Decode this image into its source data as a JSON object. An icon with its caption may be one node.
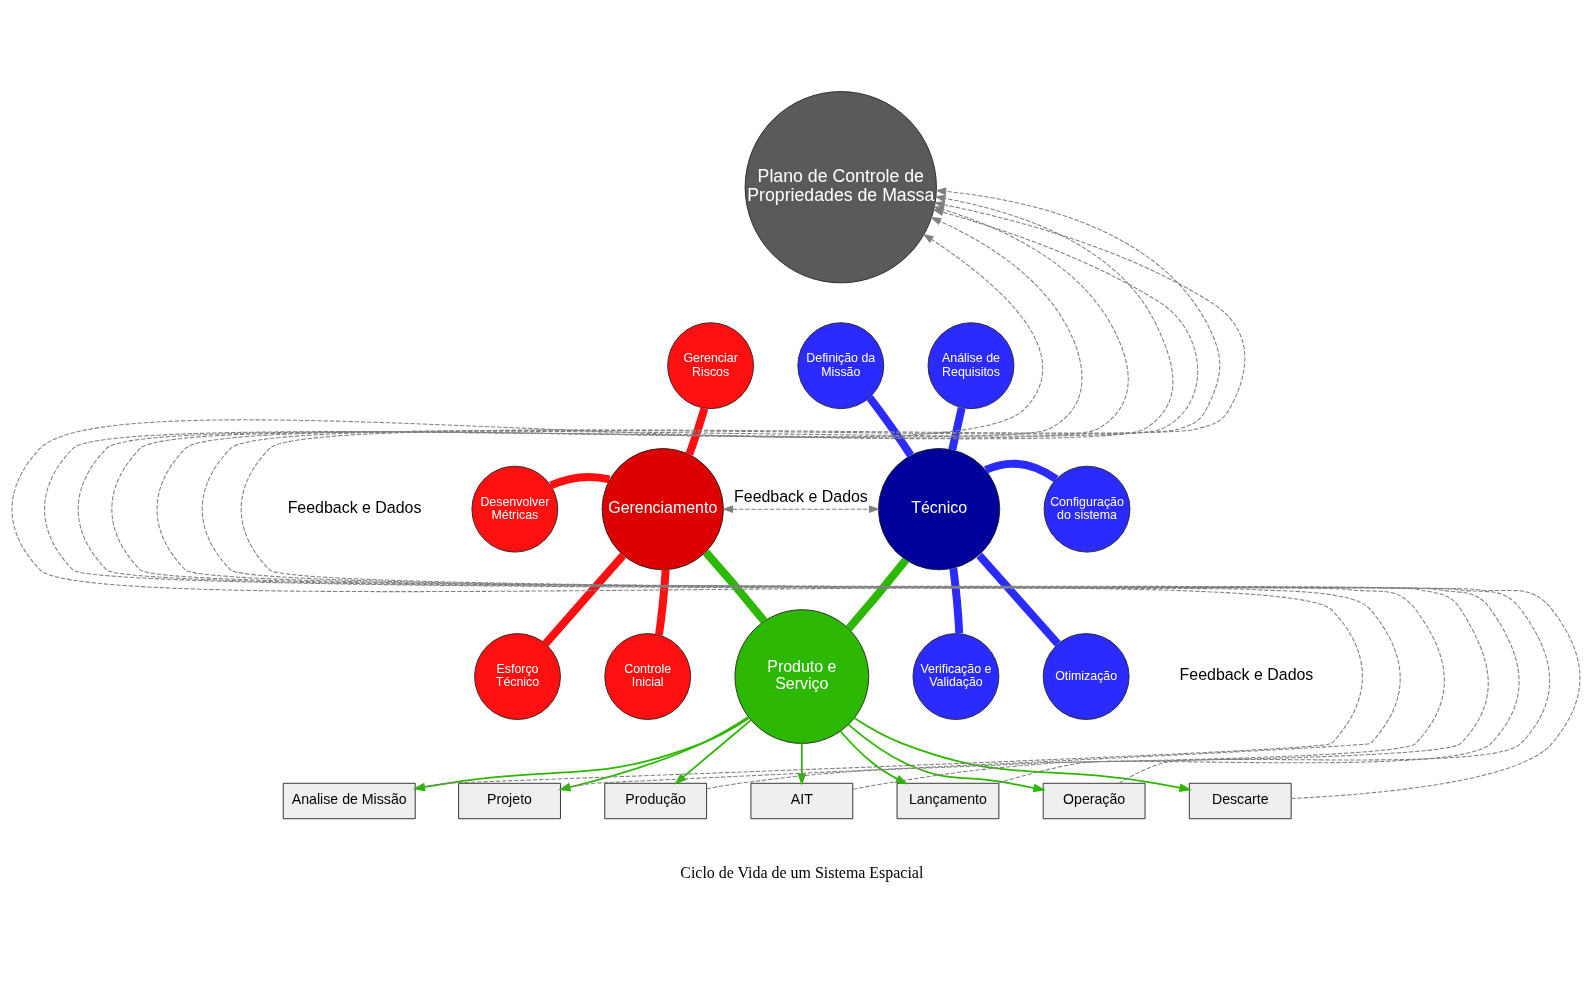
{
  "diagram": {
    "nodes": [
      {
        "text": [
          "Plano de Controle de Propriedades de Massa"
        ]
      },
      {
        "text": [
          "Gerenciamento"
        ]
      },
      {
        "text": [
          "Gerenciar Riscos"
        ]
      },
      {
        "text": [
          "Desenvolver Métricas"
        ]
      },
      {
        "text": [
          "Esforço Técnico"
        ]
      },
      {
        "text": [
          "Controle Inicial"
        ]
      },
      {
        "text": [
          "Produto e Serviço"
        ]
      },
      {
        "text": [
          "Técnico"
        ]
      },
      {
        "text": [
          "Definição da Missão"
        ]
      },
      {
        "text": [
          "Análise de Requisitos"
        ]
      },
      {
        "text": [
          "Configuração do sistema"
        ]
      },
      {
        "text": [
          "Verificação e Validação"
        ]
      },
      {
        "text": [
          "Otimização"
        ]
      },
      {
        "text": [
          "Analise de Missão"
        ]
      },
      {
        "text": [
          "Projeto"
        ]
      },
      {
        "text": [
          "Produção"
        ]
      },
      {
        "text": [
          "AIT"
        ]
      },
      {
        "text": [
          "Lançamento"
        ]
      },
      {
        "text": [
          "Operação"
        ]
      },
      {
        "text": [
          "Descarte"
        ]
      }
    ],
    "edges": [
      {
        "from": 1,
        "to": 2,
        "arrow": "none",
        "style": "thick",
        "color": "#ff1010"
      },
      {
        "from": 1,
        "to": 3,
        "arrow": "none",
        "style": "thick",
        "color": "#ff1010"
      },
      {
        "from": 1,
        "to": 4,
        "arrow": "none",
        "style": "thick",
        "color": "#ff1010"
      },
      {
        "from": 1,
        "to": 5,
        "arrow": "none",
        "style": "thick",
        "color": "#ff1010"
      },
      {
        "from": 6,
        "to": 1,
        "arrow": "none",
        "style": "thick"
      },
      {
        "from": 6,
        "to": 7,
        "arrow": "none",
        "style": "thick"
      },
      {
        "from": 7,
        "to": 8,
        "arrow": "none",
        "style": "thick",
        "color": "#2b2bff"
      },
      {
        "from": 7,
        "to": 9,
        "arrow": "none",
        "style": "thick",
        "color": "#2b2bff"
      },
      {
        "from": 7,
        "to": 10,
        "arrow": "none",
        "style": "thick",
        "color": "#2b2bff"
      },
      {
        "from": 7,
        "to": 11,
        "arrow": "none",
        "style": "thick",
        "color": "#2b2bff"
      },
      {
        "from": 7,
        "to": 12,
        "arrow": "none",
        "style": "thick",
        "color": "#2b2bff"
      },
      {
        "from": 1,
        "to": 7,
        "arrow": "both",
        "label": "Feedback e Dados",
        "style": "dashed",
        "color": "#808080"
      },
      {
        "from": 6,
        "to": 13,
        "arrow": "to"
      },
      {
        "from": 6,
        "to": 14,
        "arrow": "to"
      },
      {
        "from": 6,
        "to": 15,
        "arrow": "to"
      },
      {
        "from": 6,
        "to": 16,
        "arrow": "to"
      },
      {
        "from": 6,
        "to": 17,
        "arrow": "to"
      },
      {
        "from": 6,
        "to": 18,
        "arrow": "to"
      },
      {
        "from": 6,
        "to": 19,
        "arrow": "to"
      },
      {
        "from": 13,
        "to": 0,
        "arrow": "to",
        "style": "dashed",
        "color": "#808080"
      },
      {
        "from": 14,
        "to": 0,
        "arrow": "to",
        "style": "dashed",
        "color": "#808080"
      },
      {
        "from": 15,
        "to": 0,
        "arrow": "to",
        "style": "dashed",
        "color": "#808080"
      },
      {
        "from": 16,
        "to": 0,
        "arrow": "to",
        "style": "dashed",
        "color": "#808080"
      },
      {
        "from": 17,
        "to": 0,
        "arrow": "to",
        "style": "dashed",
        "color": "#808080"
      },
      {
        "from": 18,
        "to": 0,
        "arrow": "to",
        "style": "dashed",
        "color": "#808080"
      },
      {
        "from": 19,
        "to": 0,
        "arrow": "to",
        "style": "dashed",
        "color": "#808080"
      }
    ],
    "labels": [
      "Feedback e Dados",
      "Feedback e Dados",
      "Ciclo de Vida de um Sistema Espacial"
    ]
  }
}
